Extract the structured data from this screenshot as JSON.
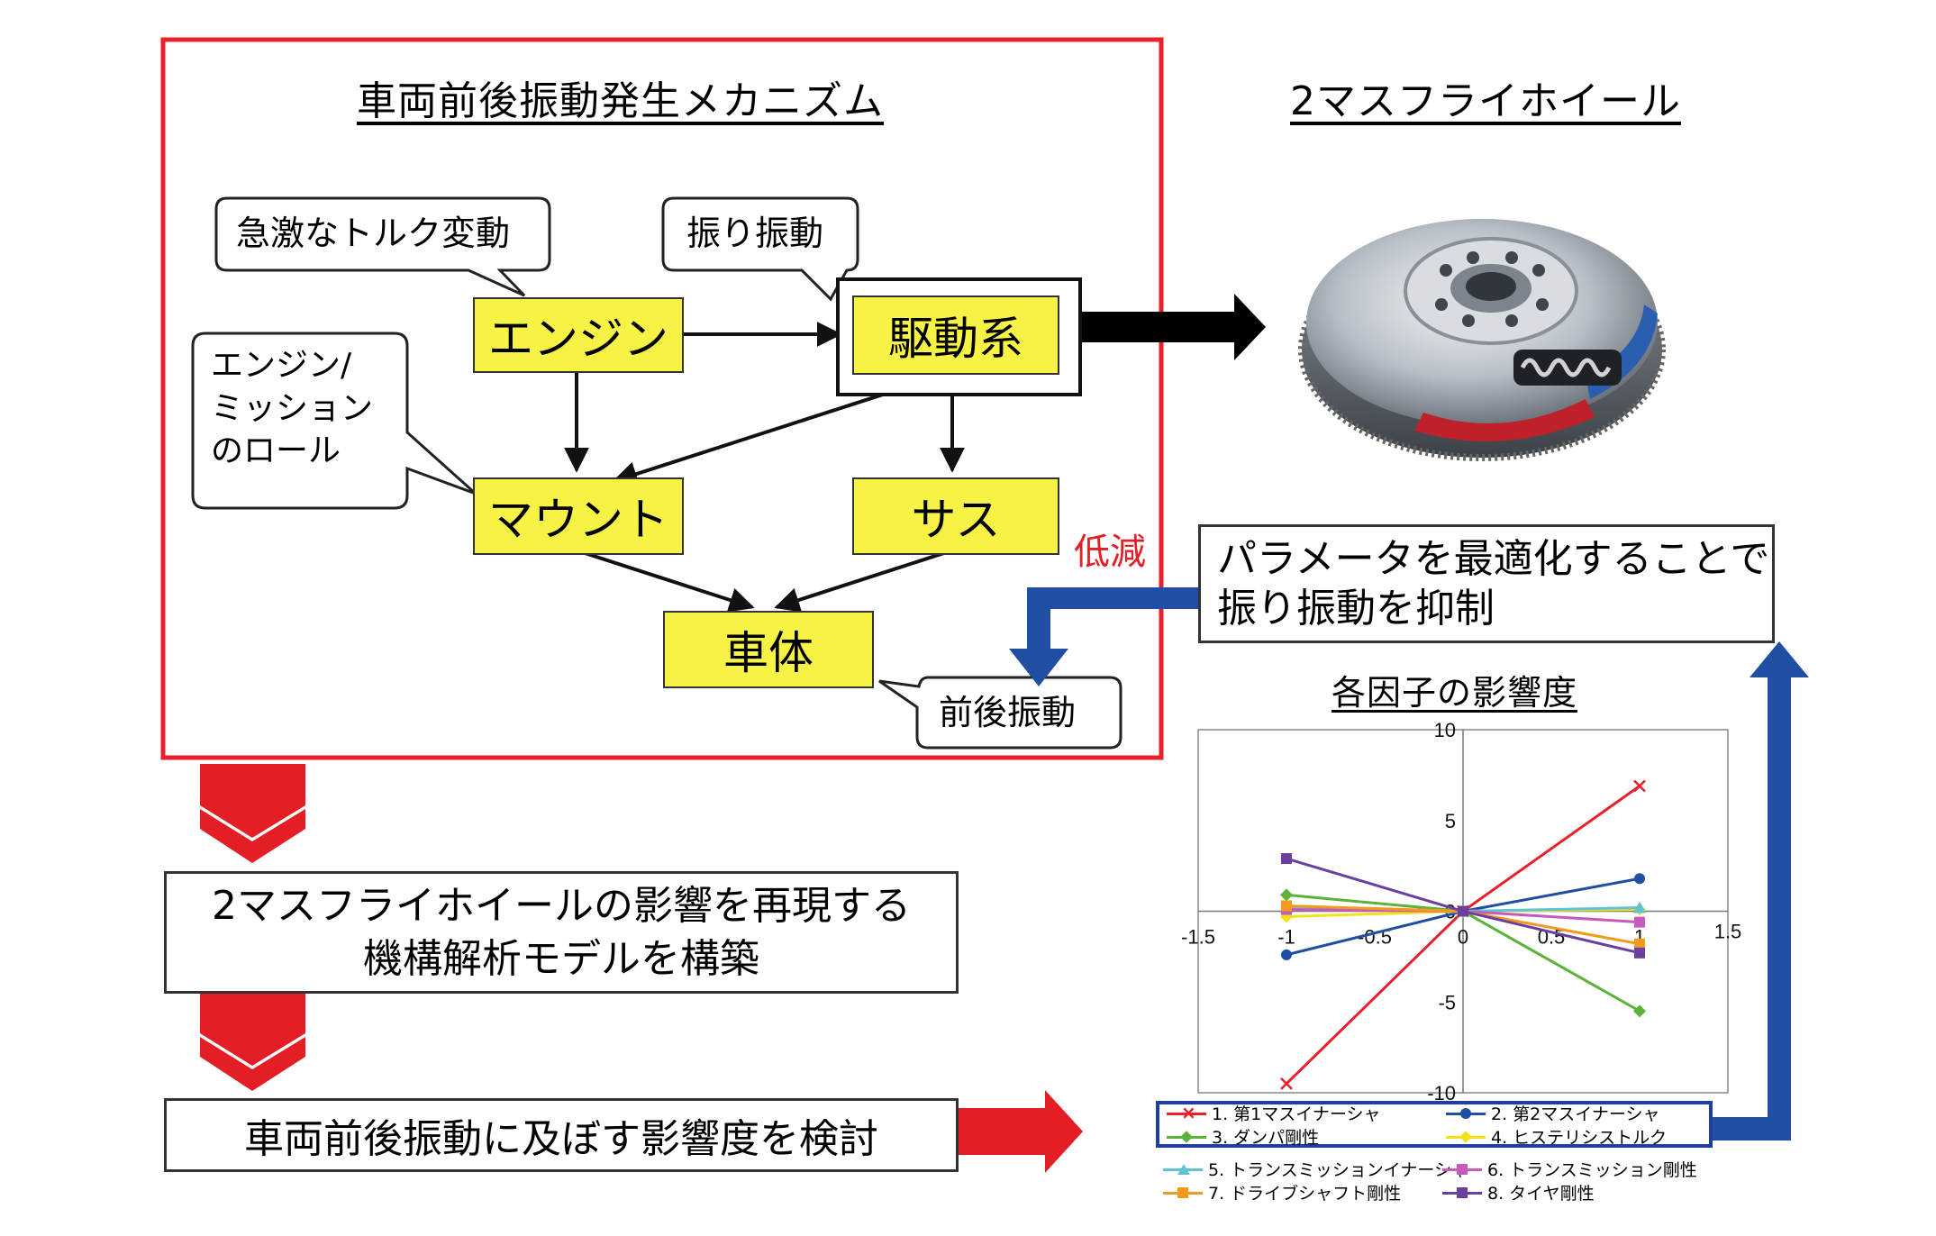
{
  "mechanism": {
    "title": "車両前後振動発生メカニズム",
    "nodes": {
      "engine": "エンジン",
      "drivetrain": "駆動系",
      "mount": "マウント",
      "suspension": "サス",
      "body": "車体"
    },
    "callouts": {
      "torque": "急激なトルク変動",
      "torsion": "振り振動",
      "roll": [
        "エンジン/",
        "ミッション",
        "のロール"
      ],
      "fore_aft": "前後振動"
    }
  },
  "flywheel": {
    "title": "2マスフライホイール"
  },
  "reduce_label": "低減",
  "optimize": {
    "lines": [
      "パラメータを最適化することで",
      "振り振動を抑制"
    ]
  },
  "steps": {
    "build": [
      "2マスフライホイールの影響を再現する",
      "機構解析モデルを構築"
    ],
    "study": "車両前後振動に及ぼす影響度を検討"
  },
  "colors": {
    "accent_red": "#e31e24",
    "frame_red": "#e8202a",
    "arrow_blue": "#1f4ea3",
    "node_yellow": "#f7f246"
  },
  "chart_data": {
    "type": "line",
    "title": "各因子の影響度",
    "x_ticks": [
      "-1.5",
      "-1",
      "-0.5",
      "0",
      "0.5",
      "1",
      "1.5"
    ],
    "y_ticks": [
      "10",
      "5",
      "0",
      "-5",
      "-10"
    ],
    "xlim": [
      -1.5,
      1.5
    ],
    "ylim": [
      -10,
      10
    ],
    "x": [
      -1,
      0,
      1
    ],
    "series": [
      {
        "name": "1. 第1マスイナーシャ",
        "color": "#e8202a",
        "marker": "x",
        "values": [
          -9.5,
          0,
          6.9
        ]
      },
      {
        "name": "2. 第2マスイナーシャ",
        "color": "#1f4ea3",
        "marker": "circle",
        "values": [
          -2.4,
          0,
          1.8
        ]
      },
      {
        "name": "3. ダンパ剛性",
        "color": "#5bb33a",
        "marker": "diamond",
        "values": [
          0.9,
          0,
          -5.5
        ]
      },
      {
        "name": "4. ヒステリシストルク",
        "color": "#f2e21a",
        "marker": "diamond",
        "values": [
          -0.3,
          0,
          0.1
        ]
      },
      {
        "name": "5. トランスミッションイナーシャ",
        "color": "#5fc3d4",
        "marker": "triangle",
        "values": [
          0.2,
          0,
          0.2
        ]
      },
      {
        "name": "6. トランスミッション剛性",
        "color": "#c75bbd",
        "marker": "square",
        "values": [
          0.1,
          0,
          -0.6
        ]
      },
      {
        "name": "7. ドライブシャフト剛性",
        "color": "#f39a1e",
        "marker": "square",
        "values": [
          0.3,
          0,
          -1.8
        ]
      },
      {
        "name": "8. タイヤ剛性",
        "color": "#6b3fa0",
        "marker": "square",
        "values": [
          2.9,
          0,
          -2.3
        ]
      }
    ]
  }
}
